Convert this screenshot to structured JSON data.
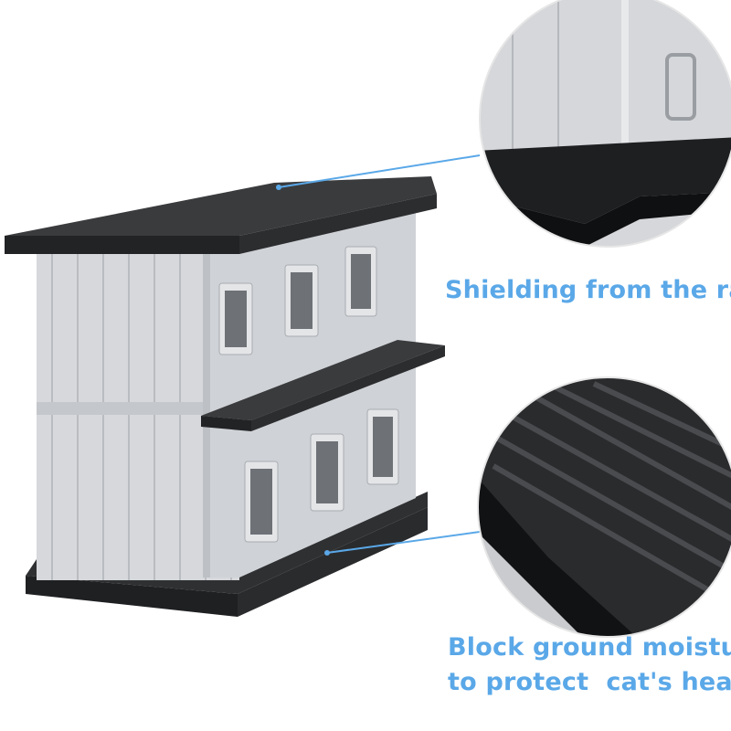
{
  "callouts": [
    {
      "text": "Shielding from the rain",
      "detail": "roof-edge-closeup"
    },
    {
      "line1": "Block ground moisture",
      "line2": "to protect  cat's health",
      "detail": "raised-base-closeup"
    }
  ],
  "colors": {
    "caption": "#5aa8e8",
    "leader_line": "#5aa8e8",
    "roof": "#3a3b3d",
    "wall": "#d4d6d9"
  }
}
